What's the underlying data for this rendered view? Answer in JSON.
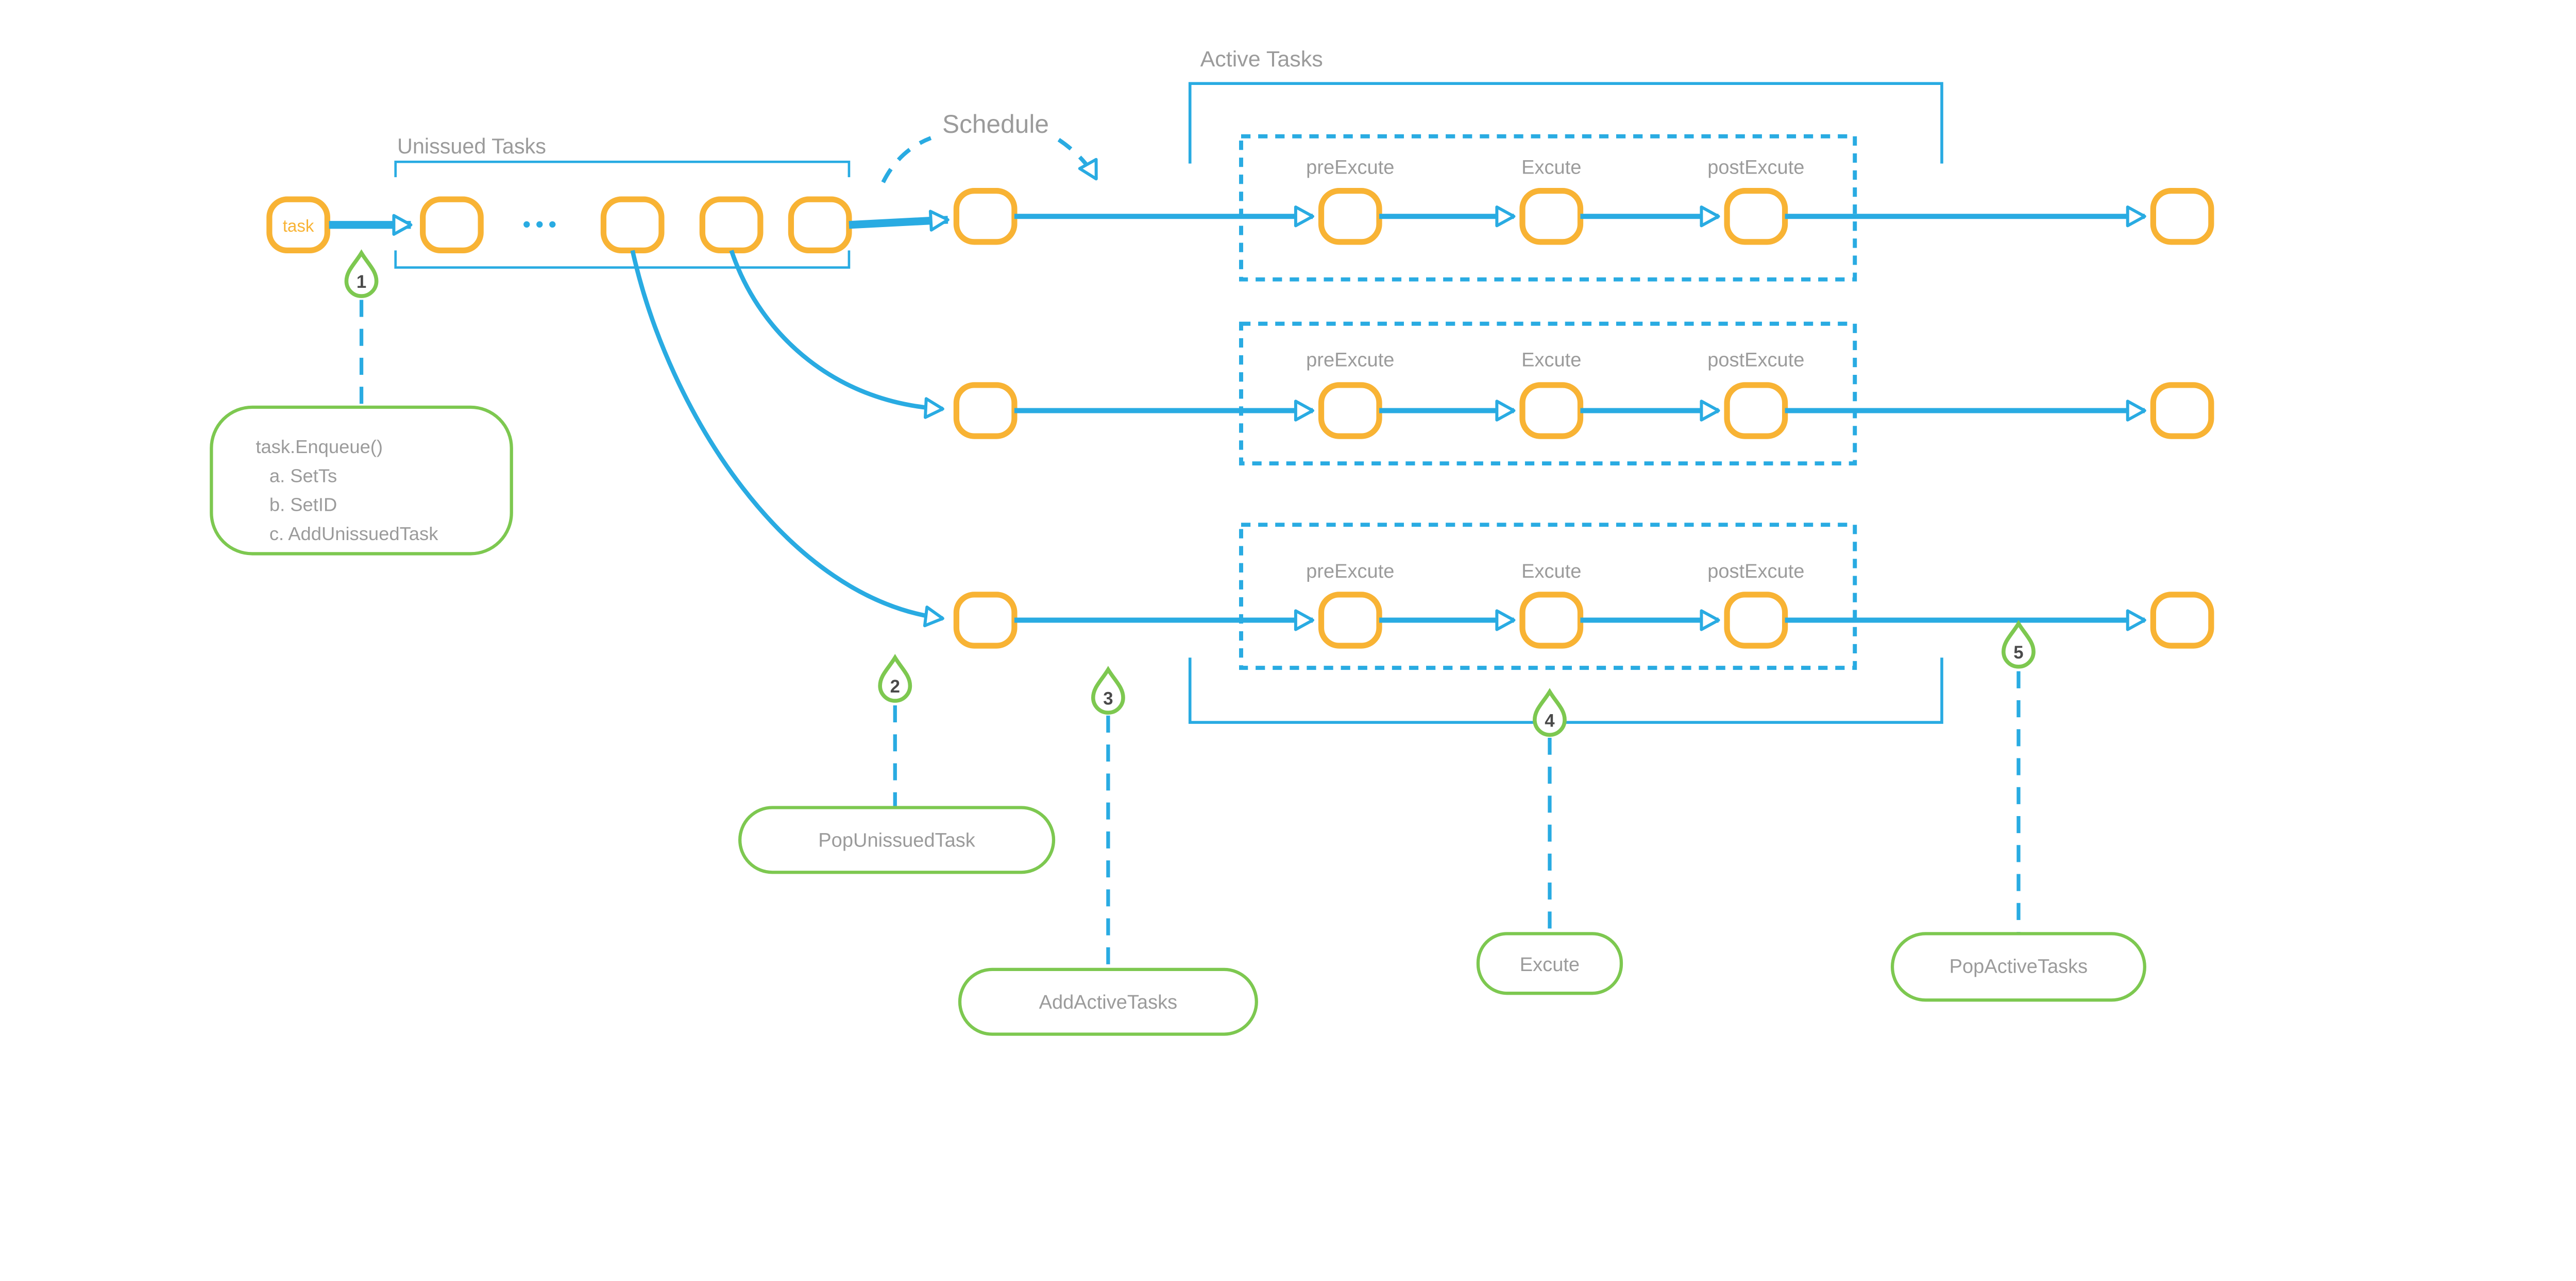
{
  "colors": {
    "blue": "#29ABE2",
    "orange": "#F8B334",
    "green": "#7DC850",
    "gray_text": "#9B9B9B",
    "marker_number": "#4A4A4A",
    "background": "#FFFFFF"
  },
  "diagram": {
    "task_node_label": "task",
    "queue_ellipsis": "•••",
    "unissued_tasks_label": "Unissued Tasks",
    "schedule_label": "Schedule",
    "active_tasks_label": "Active Tasks",
    "rows": [
      {
        "stages": [
          "preExcute",
          "Excute",
          "postExcute"
        ]
      },
      {
        "stages": [
          "preExcute",
          "Excute",
          "postExcute"
        ]
      },
      {
        "stages": [
          "preExcute",
          "Excute",
          "postExcute"
        ]
      }
    ],
    "markers": [
      {
        "number": "1",
        "callout_lines": [
          "task.Enqueue()",
          "a. SetTs",
          "b. SetID",
          "c. AddUnissuedTask"
        ]
      },
      {
        "number": "2",
        "callout": "PopUnissuedTask"
      },
      {
        "number": "3",
        "callout": "AddActiveTasks"
      },
      {
        "number": "4",
        "callout": "Excute"
      },
      {
        "number": "5",
        "callout": "PopActiveTasks"
      }
    ]
  }
}
